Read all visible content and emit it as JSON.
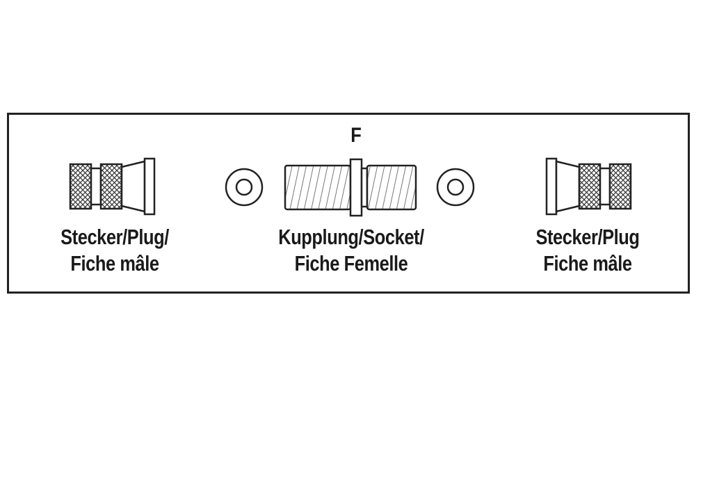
{
  "diagram": {
    "connector_type": "F",
    "left_label": {
      "line1": "Stecker/Plug/",
      "line2": "Fiche mâle"
    },
    "center_label": {
      "line1": "Kupplung/Socket/",
      "line2": "Fiche Femelle"
    },
    "right_label": {
      "line1": "Stecker/Plug",
      "line2": "Fiche mâle"
    },
    "colors": {
      "stroke": "#222222",
      "background": "#ffffff"
    }
  }
}
